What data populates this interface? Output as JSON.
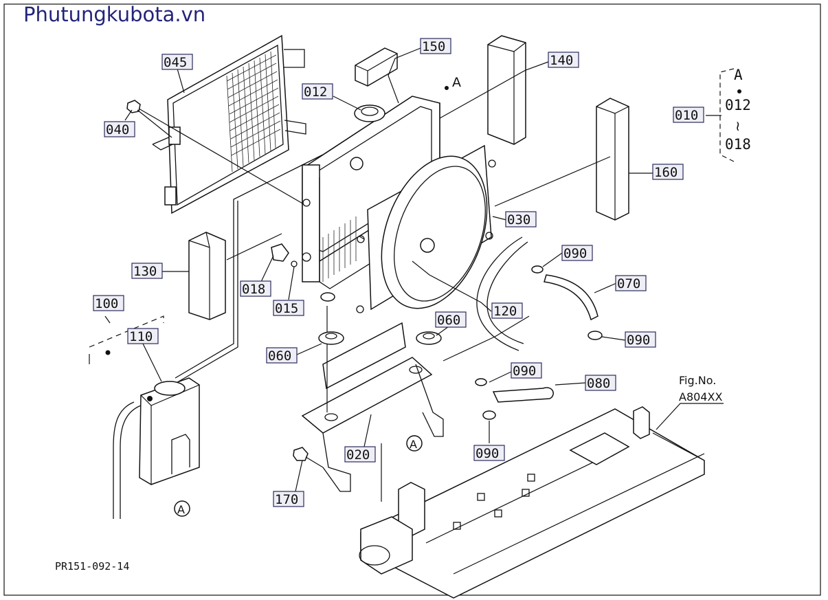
{
  "watermark": "Phutungkubota.vn",
  "diagram_code": "PR151-092-14",
  "figure_ref": {
    "label": "Fig.No.",
    "value": "A804XX"
  },
  "range_callout": {
    "ref": "A",
    "from": "012",
    "to": "018"
  },
  "marker_A": "A",
  "parts": [
    {
      "id": "p045",
      "label": "045"
    },
    {
      "id": "p040",
      "label": "040"
    },
    {
      "id": "p012",
      "label": "012"
    },
    {
      "id": "p150",
      "label": "150"
    },
    {
      "id": "p140",
      "label": "140"
    },
    {
      "id": "p010",
      "label": "010"
    },
    {
      "id": "p160",
      "label": "160"
    },
    {
      "id": "p030",
      "label": "030"
    },
    {
      "id": "p090a",
      "label": "090"
    },
    {
      "id": "p070",
      "label": "070"
    },
    {
      "id": "p130",
      "label": "130"
    },
    {
      "id": "p018",
      "label": "018"
    },
    {
      "id": "p015",
      "label": "015"
    },
    {
      "id": "p120",
      "label": "120"
    },
    {
      "id": "p060a",
      "label": "060"
    },
    {
      "id": "p090b",
      "label": "090"
    },
    {
      "id": "p100",
      "label": "100"
    },
    {
      "id": "p110",
      "label": "110"
    },
    {
      "id": "p060b",
      "label": "060"
    },
    {
      "id": "p090c",
      "label": "090"
    },
    {
      "id": "p080",
      "label": "080"
    },
    {
      "id": "p020",
      "label": "020"
    },
    {
      "id": "p090d",
      "label": "090"
    },
    {
      "id": "p170",
      "label": "170"
    }
  ],
  "colors": {
    "watermark": "#23247a",
    "label_fill": "#eeeef6",
    "label_border": "#2a2a5a",
    "line": "#111111"
  }
}
